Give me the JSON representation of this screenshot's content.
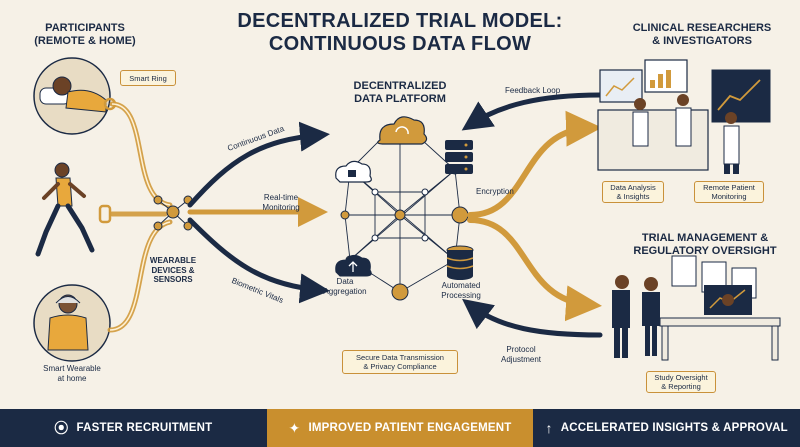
{
  "title_line1": "DECENTRALIZED TRIAL MODEL:",
  "title_line2": "CONTINUOUS DATA FLOW",
  "participants": {
    "heading_line1": "PARTICIPANTS",
    "heading_line2": "(REMOTE & HOME)",
    "smart_ring": "Smart Ring",
    "smart_wearable_line1": "Smart Wearable",
    "smart_wearable_line2": "at home"
  },
  "devices": {
    "label_line1": "WEARABLE",
    "label_line2": "DEVICES &",
    "label_line3": "SENSORS"
  },
  "flows": {
    "continuous": "Continuous Data",
    "realtime_line1": "Real-time",
    "realtime_line2": "Monitoring",
    "biometric": "Biometric Vitals",
    "feedback": "Feedback Loop",
    "protocol_line1": "Protocol",
    "protocol_line2": "Adjustment"
  },
  "platform": {
    "heading_line1": "DECENTRALIZED",
    "heading_line2": "DATA PLATFORM",
    "encryption": "Encryption",
    "aggregation_line1": "Data",
    "aggregation_line2": "Aggregation",
    "processing_line1": "Automated",
    "processing_line2": "Processing",
    "secure_line1": "Secure Data Transmission",
    "secure_line2": "& Privacy Compliance"
  },
  "researchers": {
    "heading_line1": "CLINICAL RESEARCHERS",
    "heading_line2": "& INVESTIGATORS",
    "analysis_line1": "Data Analysis",
    "analysis_line2": "& Insights",
    "remote_line1": "Remote Patient",
    "remote_line2": "Monitoring"
  },
  "management": {
    "heading_line1": "TRIAL MANAGEMENT &",
    "heading_line2": "REGULATORY OVERSIGHT",
    "oversight_line1": "Study Oversight",
    "oversight_line2": "& Reporting"
  },
  "footer": {
    "item1": "FASTER RECRUITMENT",
    "item2": "IMPROVED PATIENT ENGAGEMENT",
    "item3": "ACCELERATED INSIGHTS & APPROVAL"
  },
  "colors": {
    "navy": "#1b2a44",
    "gold": "#d19a3c",
    "cream": "#f6f1e7"
  },
  "icons": {
    "footer1": "magnet-icon",
    "footer2": "handshake-icon",
    "footer3": "rocket-icon"
  }
}
